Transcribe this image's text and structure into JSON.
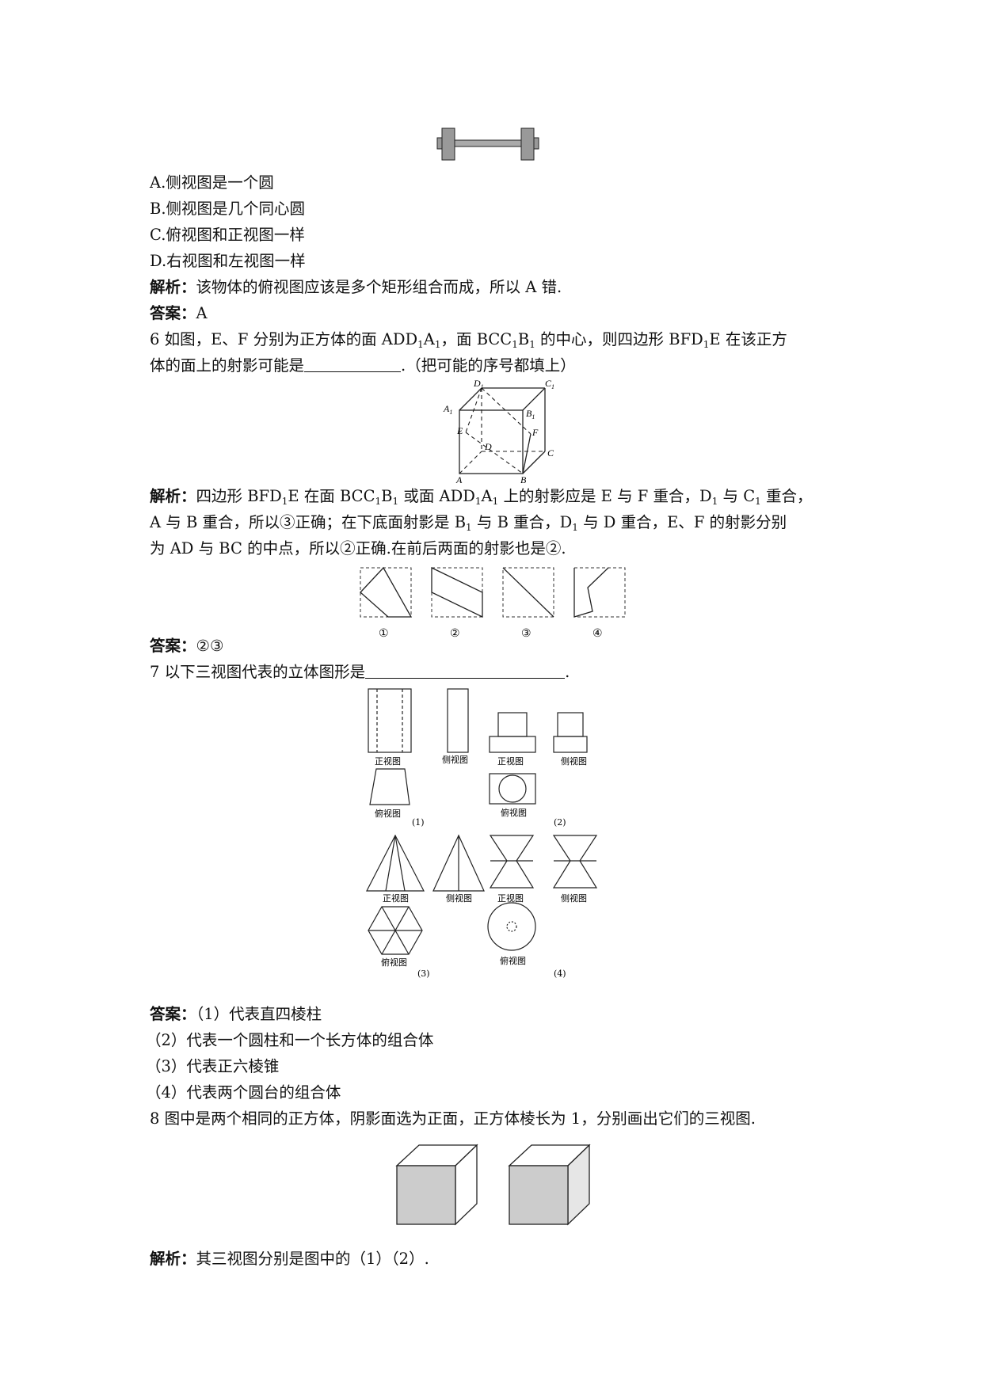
{
  "q5": {
    "options": [
      "A.侧视图是一个圆",
      "B.侧视图是几个同心圆",
      "C.俯视图和正视图一样",
      "D.右视图和左视图一样"
    ],
    "analysis_label": "解析：",
    "analysis_text": "该物体的俯视图应该是多个矩形组合而成，所以 A 错.",
    "answer_label": "答案：",
    "answer": "A"
  },
  "q6": {
    "line1_a": "6 如图，E、F 分别为正方体的面 ADD",
    "line1_b": "A",
    "line1_c": "，面 BCC",
    "line1_d": "B",
    "line1_e": " 的中心，则四边形 BFD",
    "line1_f": "E 在该正方",
    "sub1": "1",
    "line2_a": "体的面上的射影可能是",
    "line2_b": ".（把可能的序号都填上）",
    "cube_labels": {
      "D1": "D",
      "C1": "C",
      "A1": "A",
      "B1": "B",
      "E": "E",
      "F": "F",
      "D": "D",
      "C": "C",
      "A": "A",
      "B": "B",
      "one": "1"
    },
    "analysis_label": "解析：",
    "analysis_1a": "四边形 BFD",
    "analysis_1b": "E 在面 BCC",
    "analysis_1c": "B",
    "analysis_1d": " 或面 ADD",
    "analysis_1e": "A",
    "analysis_1f": " 上的射影应是 E 与 F 重合，D",
    "analysis_1g": " 与 C",
    "analysis_1h": " 重合，",
    "analysis_2a": "A 与 B 重合，所以③正确；在下底面射影是 B",
    "analysis_2b": " 与 B 重合，D",
    "analysis_2c": " 与 D 重合，E、F 的射影分别",
    "analysis_3": "为 AD 与 BC 的中点，所以②正确.在前后两面的射影也是②.",
    "options_labels": [
      "①",
      "②",
      "③",
      "④"
    ],
    "answer_label": "答案：",
    "answer": "②③"
  },
  "q7": {
    "question_a": "7 以下三视图代表的立体图形是",
    "question_b": ".",
    "captions": {
      "front": "正视图",
      "side": "侧视图",
      "top": "俯视图"
    },
    "numbers": [
      "(1)",
      "(2)",
      "(3)",
      "(4)"
    ],
    "answer_label": "答案：",
    "answers": [
      "（1）代表直四棱柱",
      "（2）代表一个圆柱和一个长方体的组合体",
      "（3）代表正六棱锥",
      "（4）代表两个圆台的组合体"
    ]
  },
  "q8": {
    "question": "8 图中是两个相同的正方体，阴影面选为正面，正方体棱长为 1，分别画出它们的三视图.",
    "analysis_label": "解析：",
    "analysis_text": "其三视图分别是图中的（1）（2）."
  },
  "colors": {
    "text": "#111111",
    "shade": "#cccccc",
    "dumbbell": "#888888"
  }
}
